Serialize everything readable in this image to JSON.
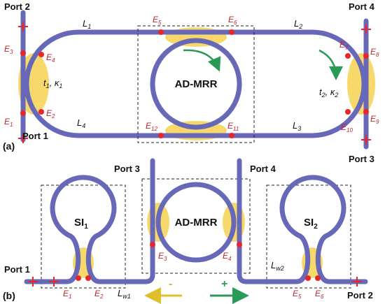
{
  "panel_a": {
    "panel_label": "(a)",
    "ports": {
      "p1": "Port 1",
      "p2": "Port 2",
      "p3": "Port 3",
      "p4": "Port 4"
    },
    "lengths": {
      "L1": "L",
      "L1_sub": "1",
      "L2": "L",
      "L2_sub": "2",
      "L3": "L",
      "L3_sub": "3",
      "L4": "L",
      "L4_sub": "4"
    },
    "coupler_left": {
      "t": "t",
      "t_sub": "1",
      "sep": ", ",
      "k": "κ",
      "k_sub": "1"
    },
    "coupler_right": {
      "t": "t",
      "t_sub": "2",
      "sep": ", ",
      "k": "κ",
      "k_sub": "2"
    },
    "ring_label": "AD-MRR",
    "fields": {
      "E1": "1",
      "E2": "2",
      "E3": "3",
      "E4": "4",
      "E5": "5",
      "E6": "6",
      "E7": "7",
      "E8": "8",
      "E9": "9",
      "E10": "10",
      "E11": "11",
      "E12": "12"
    },
    "field_letter": "E"
  },
  "panel_b": {
    "panel_label": "(b)",
    "ports": {
      "p1": "Port 1",
      "p2": "Port 2",
      "p3": "Port 3",
      "p4": "Port 4"
    },
    "ring_label": "AD-MRR",
    "si_left": {
      "name": "SI",
      "sub": "1"
    },
    "si_right": {
      "name": "SI",
      "sub": "2"
    },
    "lw1": {
      "name": "L",
      "sub": "w1"
    },
    "lw2": {
      "name": "L",
      "sub": "w2"
    },
    "fields": {
      "E1": "1",
      "E2": "2",
      "E3": "3",
      "E4": "4",
      "E5": "5",
      "E6": "6"
    },
    "field_letter": "E",
    "direction_minus": "-",
    "direction_plus": "+"
  },
  "colors": {
    "waveguide": "#6868b8",
    "coupling_glow": "#f4cc3a",
    "field_marker": "#e8262a",
    "arrow_green": "#2a9a57",
    "arrow_yellow": "#e0c02a"
  }
}
